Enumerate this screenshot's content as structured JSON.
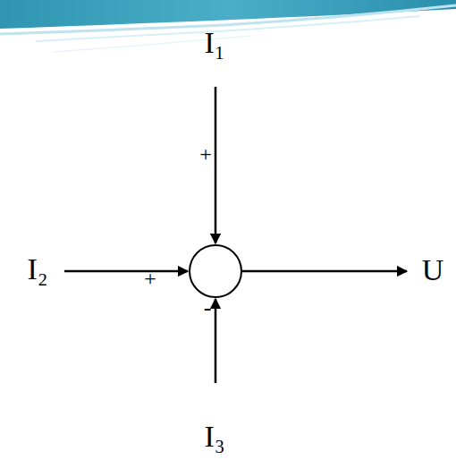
{
  "diagram": {
    "labels": [
      "I₁",
      "+",
      "I₂",
      "+",
      "U",
      "-",
      "I₃"
    ]
  }
}
